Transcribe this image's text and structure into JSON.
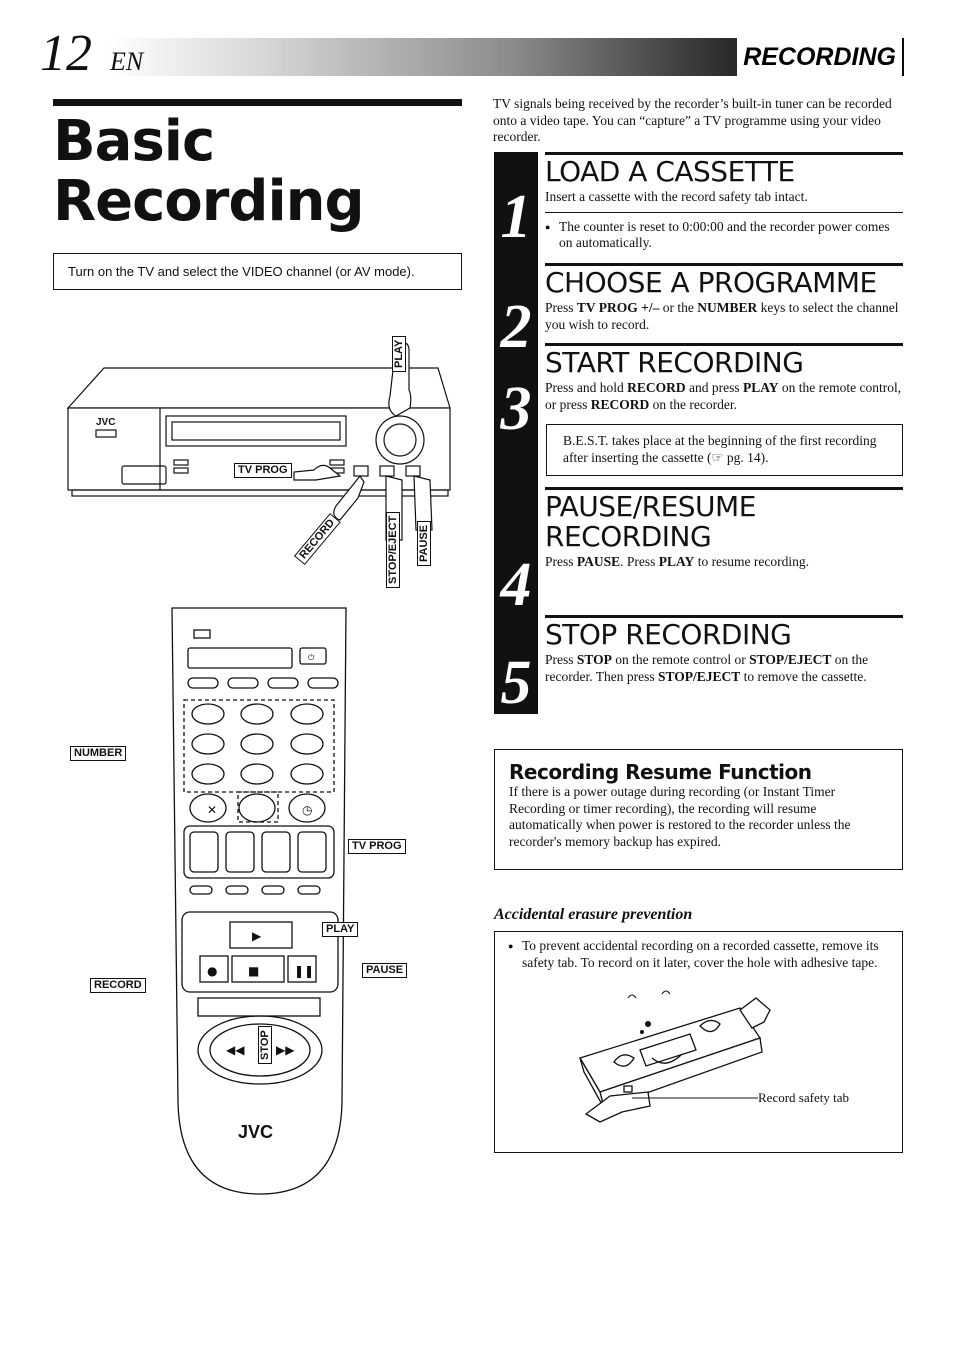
{
  "header": {
    "page_number": "12",
    "language": "EN",
    "section": "RECORDING"
  },
  "title": {
    "line1": "Basic",
    "line2": "Recording"
  },
  "note": "Turn on the TV and select the VIDEO channel (or AV mode).",
  "intro": "TV signals being received by the recorder’s built-in tuner can be recorded onto a video tape. You can “capture” a TV programme using your video recorder.",
  "steps": [
    {
      "number": "1",
      "heading": "LOAD A CASSETTE",
      "text": "Insert a cassette with the record safety tab intact.",
      "bullet": "The counter is reset to 0:00:00 and the recorder power comes on automatically."
    },
    {
      "number": "2",
      "heading": "CHOOSE A PROGRAMME",
      "parts": [
        "Press ",
        "TV PROG +/–",
        " or the ",
        "NUMBER",
        " keys to select the channel you wish to record."
      ]
    },
    {
      "number": "3",
      "heading": "START RECORDING",
      "parts": [
        "Press and hold ",
        "RECORD",
        " and press ",
        "PLAY",
        " on the remote control, or press ",
        "RECORD",
        " on the recorder."
      ],
      "best": "B.E.S.T. takes place at the beginning of the first recording after inserting the cassette (☞ pg. 14)."
    },
    {
      "number": "4",
      "heading_line1": "PAUSE/RESUME",
      "heading_line2": "RECORDING",
      "parts": [
        "Press ",
        "PAUSE",
        ". Press ",
        "PLAY",
        " to resume recording."
      ]
    },
    {
      "number": "5",
      "heading": "STOP RECORDING",
      "parts": [
        "Press ",
        "STOP",
        " on the remote control or ",
        "STOP/EJECT",
        " on the recorder. Then press ",
        "STOP/EJECT",
        " to remove the cassette."
      ]
    }
  ],
  "resume_box": {
    "title": "Recording Resume Function",
    "text": "If there is a power outage during recording (or Instant Timer Recording or timer recording), the recording will resume automatically when power is restored to the recorder unless the recorder's memory backup has expired."
  },
  "accidental": {
    "title": "Accidental erasure prevention",
    "text": "To prevent accidental recording on a recorded cassette, remove its safety tab. To record on it later, cover the hole with adhesive tape.",
    "tab_label": "Record safety tab"
  },
  "vcr_labels": {
    "brand": "JVC",
    "play": "PLAY",
    "tv_prog": "TV PROG",
    "record": "RECORD",
    "stop_eject": "STOP/EJECT",
    "pause": "PAUSE"
  },
  "remote_labels": {
    "brand": "JVC",
    "number": "NUMBER",
    "tv_prog": "TV PROG",
    "play": "PLAY",
    "record": "RECORD",
    "pause": "PAUSE",
    "stop": "STOP"
  },
  "icons": [
    "finger-pointing-icon",
    "play-icon",
    "stop-icon",
    "pause-icon",
    "record-icon",
    "rewind-icon",
    "fast-forward-icon",
    "power-icon",
    "cassette-character-icon"
  ]
}
